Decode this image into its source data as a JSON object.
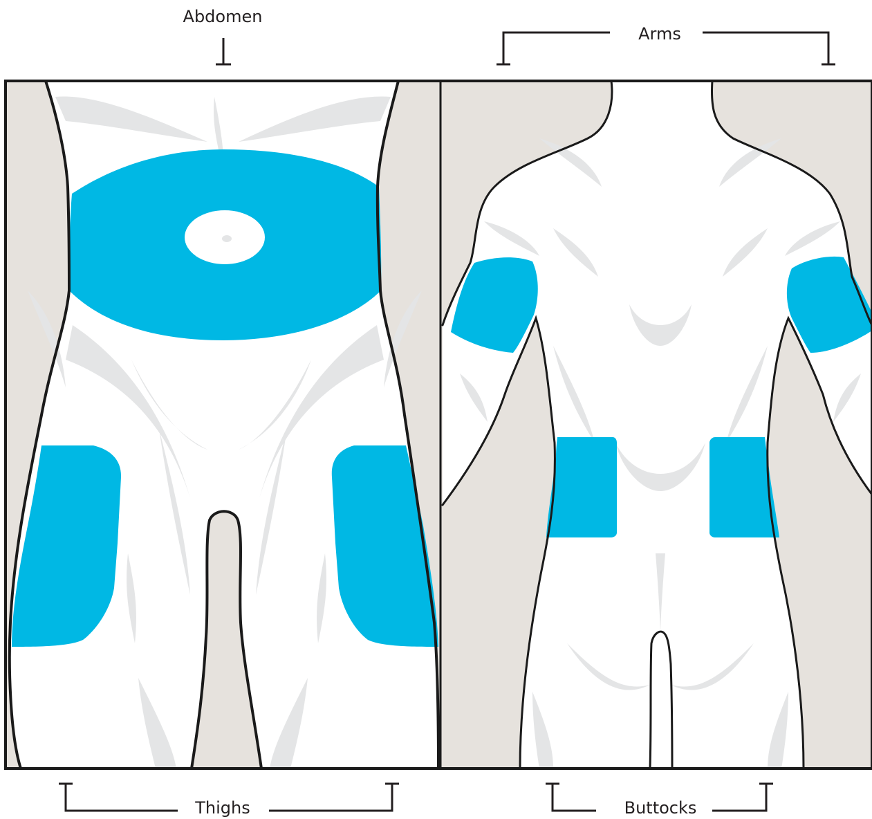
{
  "labels": {
    "abdomen": "Abdomen",
    "arms": "Arms",
    "thighs": "Thighs",
    "buttocks": "Buttocks"
  },
  "colors": {
    "injection_site": "#00b8e4",
    "background_panel": "#e6e2dd",
    "muscle_shading": "#e4e5e6",
    "outline": "#1a1a1a"
  }
}
